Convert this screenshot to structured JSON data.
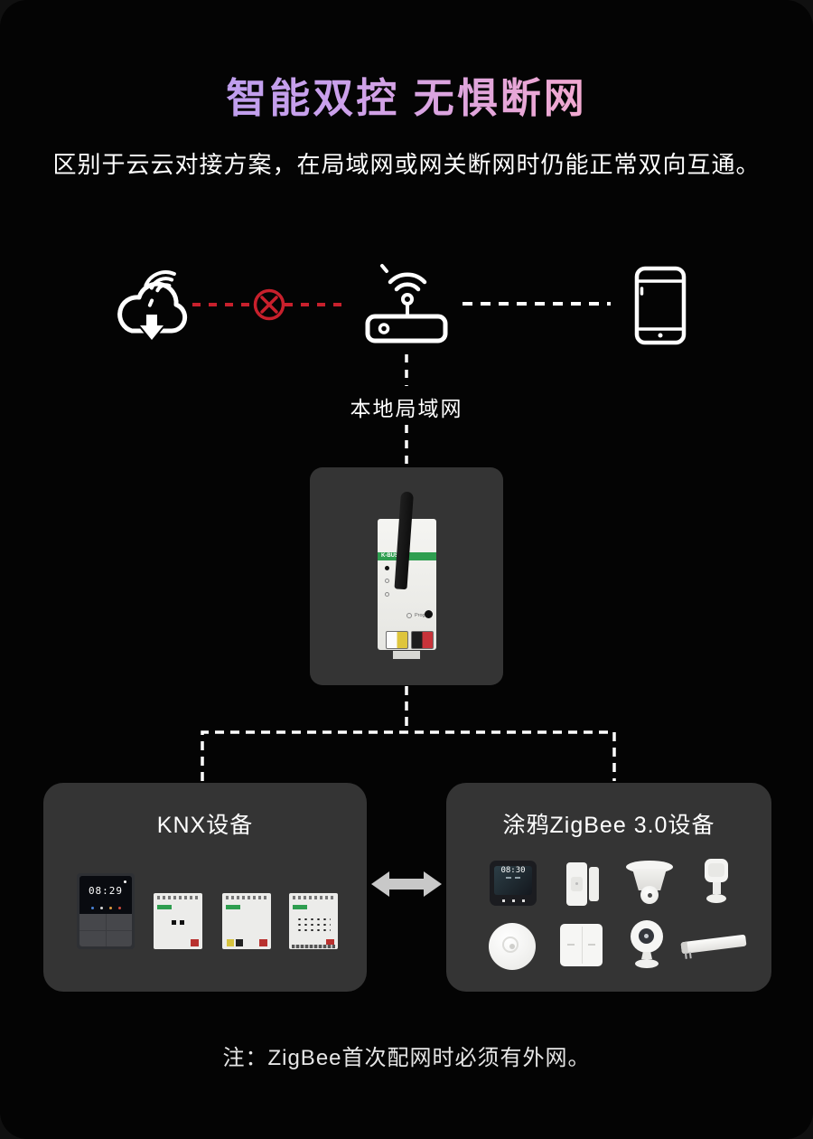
{
  "header": {
    "title": "智能双控  无惧断网",
    "subtitle": "区别于云云对接方案，在局域网或网关断网时仍能正常双向互通。"
  },
  "colors": {
    "background": "#040404",
    "title_gradient_start": "#a89af0",
    "title_gradient_end": "#fbc2dc",
    "error_red": "#c8202c",
    "box_background": "#343434",
    "line_white": "#ffffff",
    "arrow_gray": "#c8c8c8",
    "gateway_label_green": "#2f9e50"
  },
  "diagram": {
    "lan_label": "本地局域网",
    "icons": [
      "cloud-wifi-download-icon",
      "blocked-connection-icon",
      "wifi-router-icon",
      "tablet-icon"
    ]
  },
  "gateway": {
    "brand": "K-BUS",
    "prog_label": "Prog"
  },
  "boxes": {
    "knx": {
      "label": "KNX设备",
      "panel_time": "08:29",
      "devices": [
        "knx-touch-panel",
        "knx-power-supply-module",
        "knx-actuator-module",
        "knx-switch-actuator-module"
      ]
    },
    "tuya": {
      "label": "涂鸦ZigBee 3.0设备",
      "thermostat_time": "08:30",
      "devices": [
        "thermostat-panel",
        "door-window-sensor",
        "ceiling-pir-sensor",
        "motion-sensor",
        "wireless-button",
        "wall-switch",
        "security-camera",
        "curtain-motor"
      ]
    }
  },
  "note": {
    "text": "注：ZigBee首次配网时必须有外网。"
  }
}
